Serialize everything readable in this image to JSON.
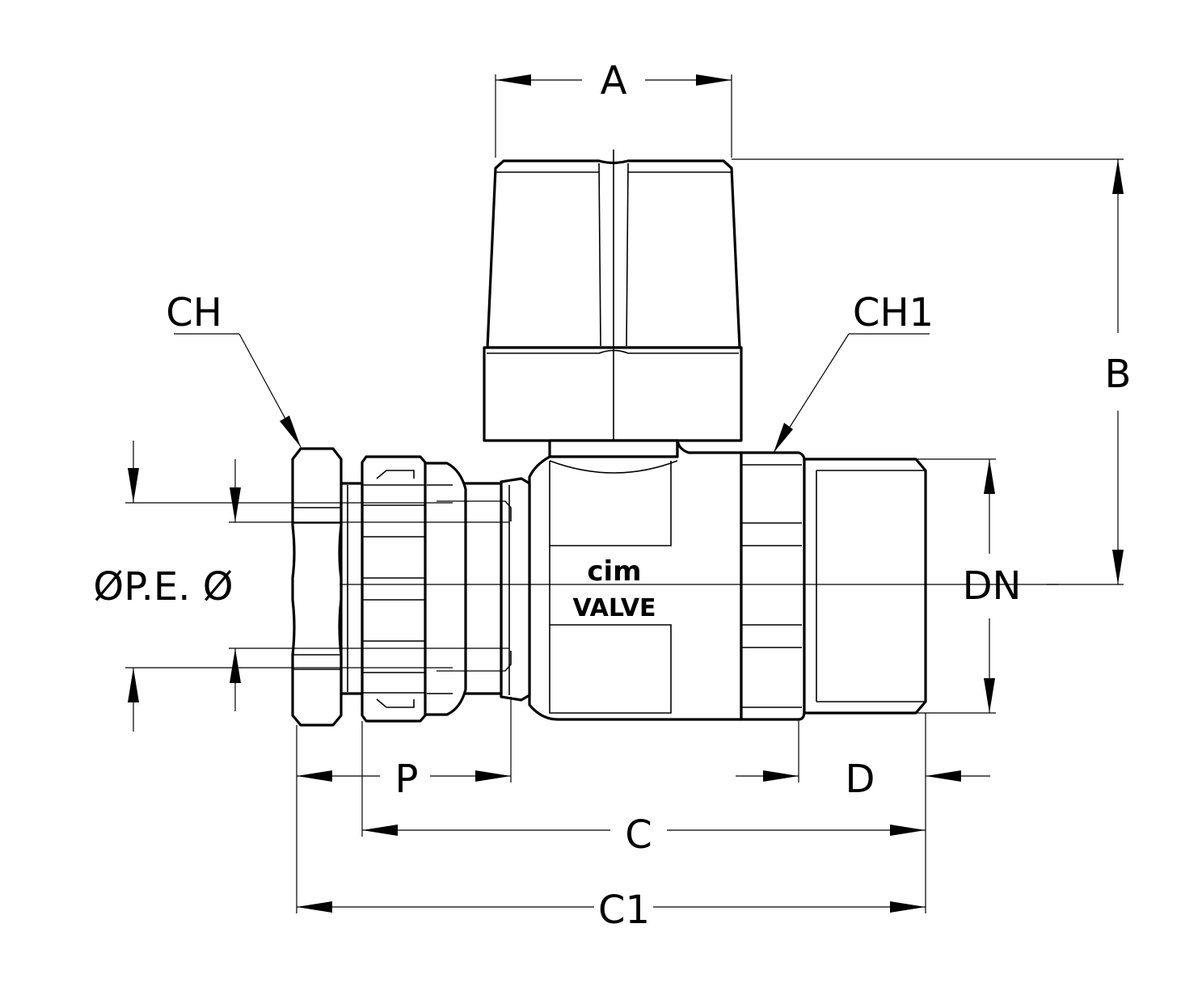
{
  "labels": {
    "A": "A",
    "B": "B",
    "CH": "CH",
    "CH1": "CH1",
    "DN": "DN",
    "PE": "ØP.E. Ø",
    "P": "P",
    "D": "D",
    "C": "C",
    "C1": "C1"
  },
  "brand": {
    "top": "cim",
    "bottom": "VALVE"
  }
}
